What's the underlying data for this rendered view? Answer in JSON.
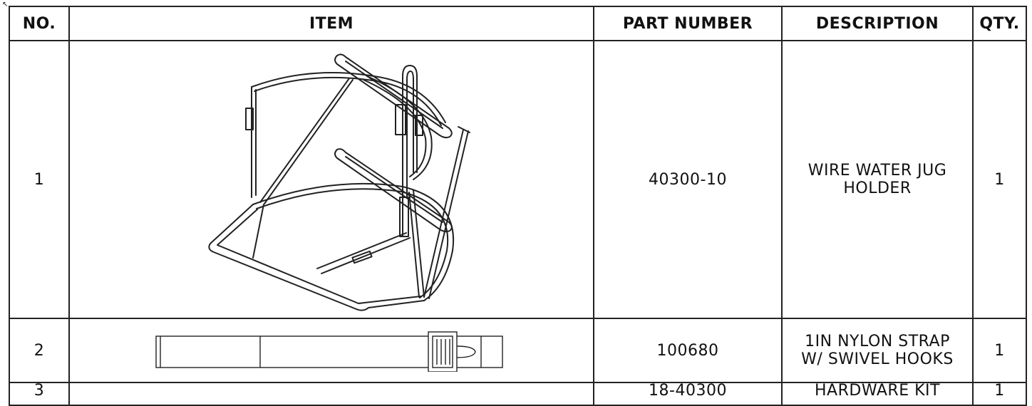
{
  "headers": {
    "no": "NO.",
    "item": "ITEM",
    "part_number": "PART NUMBER",
    "description": "DESCRIPTION",
    "qty": "QTY."
  },
  "rows": [
    {
      "no": "1",
      "part_number": "40300-10",
      "description_line1": "WIRE WATER JUG",
      "description_line2": "HOLDER",
      "qty": "1",
      "item_graphic": "wire-jug-holder-drawing"
    },
    {
      "no": "2",
      "part_number": "100680",
      "description_line1": "1IN NYLON STRAP",
      "description_line2": "W/ SWIVEL HOOKS",
      "qty": "1",
      "item_graphic": "nylon-strap-drawing"
    },
    {
      "no": "3",
      "part_number": "18-40300",
      "description_line1": "HARDWARE KIT",
      "description_line2": "",
      "qty": "1",
      "item_graphic": ""
    }
  ]
}
